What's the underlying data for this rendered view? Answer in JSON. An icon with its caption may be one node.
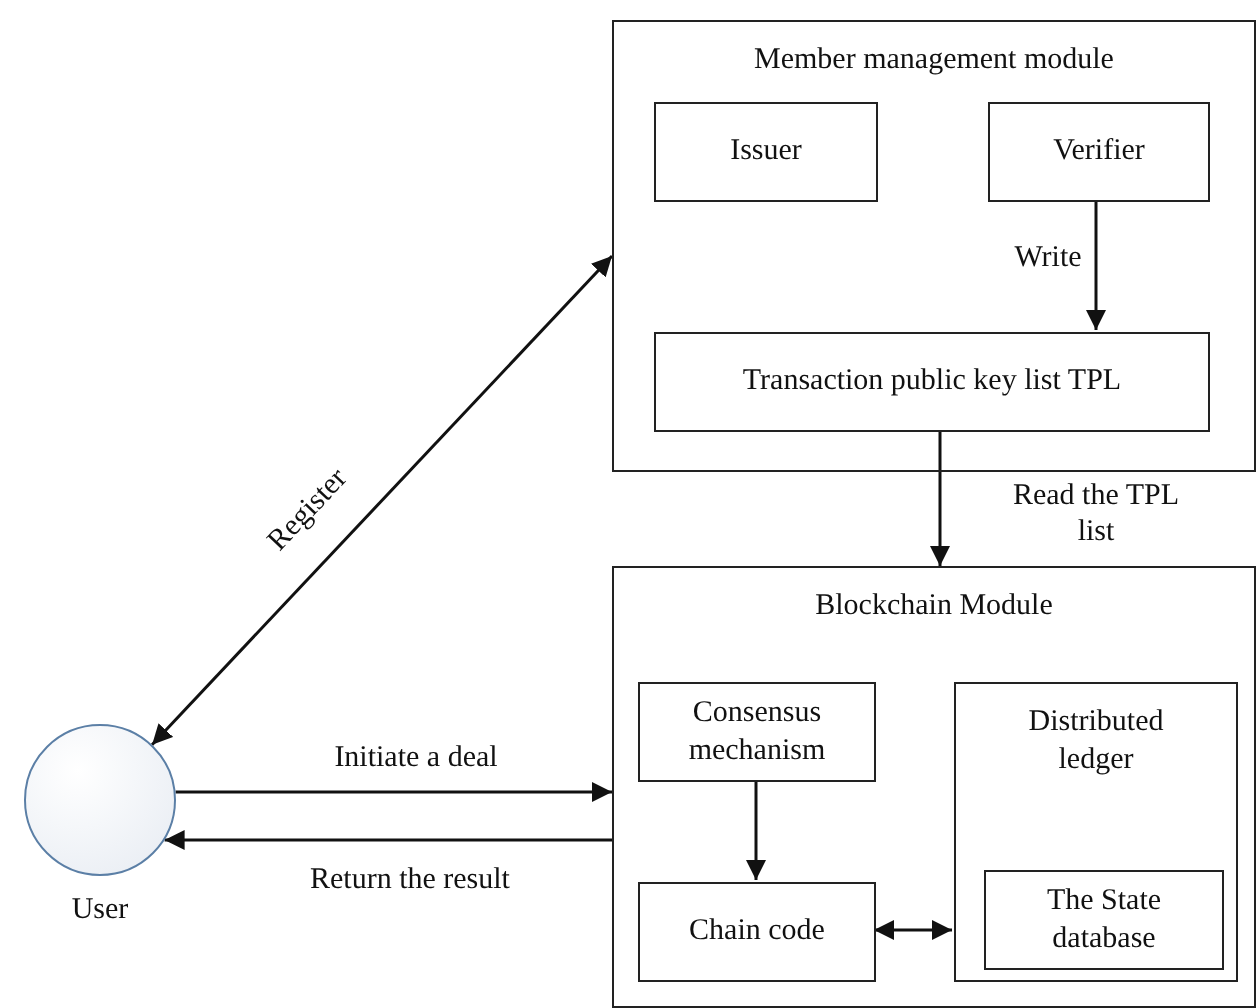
{
  "diagram": {
    "nodes": [
      {
        "text": [
          "Member management module"
        ]
      },
      {
        "text": [
          "Issuer"
        ],
        "in": 0
      },
      {
        "text": [
          "Verifier"
        ],
        "in": 0
      },
      {
        "text": [
          "Transaction public key list TPL"
        ],
        "in": 0
      },
      {
        "text": [
          "Blockchain Module"
        ]
      },
      {
        "text": [
          "Consensus mechanism"
        ],
        "in": 4
      },
      {
        "text": [
          "Chain code"
        ],
        "in": 4
      },
      {
        "text": [
          "Distributed ledger"
        ],
        "in": 4
      },
      {
        "text": [
          "The State database"
        ],
        "in": 7
      },
      {
        "text": [],
        "shape": "circle",
        "beside": [
          "User"
        ]
      }
    ],
    "edges": [
      {
        "from": 2,
        "to": 3,
        "arrow": "to",
        "label": "Write"
      },
      {
        "from": 3,
        "to": 4,
        "arrow": "to",
        "label": "Read the TPL list"
      },
      {
        "from": 9,
        "to": 0,
        "arrow": "both",
        "label": "Register"
      },
      {
        "from": 9,
        "to": 4,
        "arrow": "to",
        "label": "Initiate a deal"
      },
      {
        "from": 4,
        "to": 9,
        "arrow": "to",
        "label": "Return the result"
      },
      {
        "from": 5,
        "to": 6,
        "arrow": "to"
      },
      {
        "from": 6,
        "to": 7,
        "arrow": "both"
      }
    ]
  }
}
